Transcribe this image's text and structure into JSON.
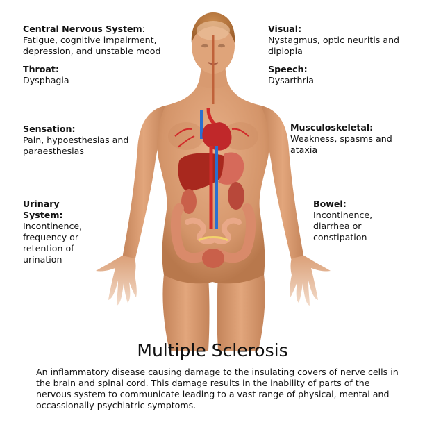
{
  "labels": {
    "cns": {
      "heading": "Central Nervous System",
      "suffix": ":",
      "text": "Fatigue, cognitive impairment, depression, and unstable mood"
    },
    "throat": {
      "heading": "Throat:",
      "text": "Dysphagia"
    },
    "sensation": {
      "heading": "Sensation:",
      "text": "Pain, hypoesthesias and paraesthesias"
    },
    "urinary": {
      "heading": "Urinary System:",
      "text": "Incontinence, frequency or retention of urination"
    },
    "visual": {
      "heading": "Visual:",
      "text": "Nystagmus, optic neuritis and diplopia"
    },
    "speech": {
      "heading": "Speech:",
      "text": "Dysarthria"
    },
    "musculo": {
      "heading": "Musculoskeletal:",
      "text": "Weakness, spasms and ataxia"
    },
    "bowel": {
      "heading": "Bowel:",
      "text": "Incontinence, diarrhea or constipation"
    }
  },
  "title": "Multiple Sclerosis",
  "description": "An inflammatory disease causing damage to the insulating covers of nerve cells in the brain and spinal cord. This damage results in the inability of parts of the nervous system to communicate leading to a vast range of physical, mental and occassionally psychiatric symptoms.",
  "colors": {
    "skin": "#d99a6e",
    "skin_shadow": "#b87448",
    "hair": "#b8743a",
    "heart": "#c0282a",
    "liver": "#a8281e",
    "stomach": "#d66a5a",
    "intestine": "#d98a6a",
    "nerve": "#f2d26a",
    "artery": "#d12a2a",
    "vein": "#2a6fd0"
  },
  "icons": [
    "human-body-illustration"
  ]
}
